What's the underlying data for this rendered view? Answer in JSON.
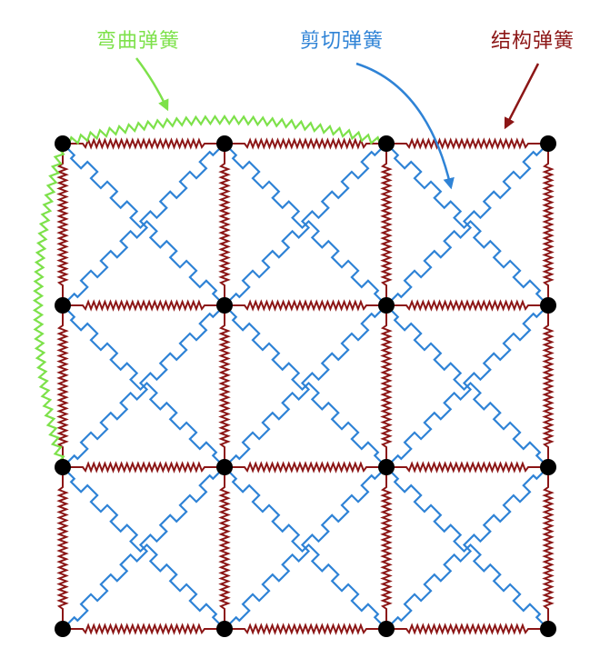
{
  "labels": {
    "bend": "弯曲弹簧",
    "shear": "剪切弹簧",
    "structural": "结构弹簧"
  },
  "grid": {
    "rows": 4,
    "cols": 4
  },
  "colors": {
    "bend": "#7de14a",
    "shear": "#2f83d6",
    "structural": "#8c1616",
    "node": "#000000",
    "background": "#ffffff"
  }
}
